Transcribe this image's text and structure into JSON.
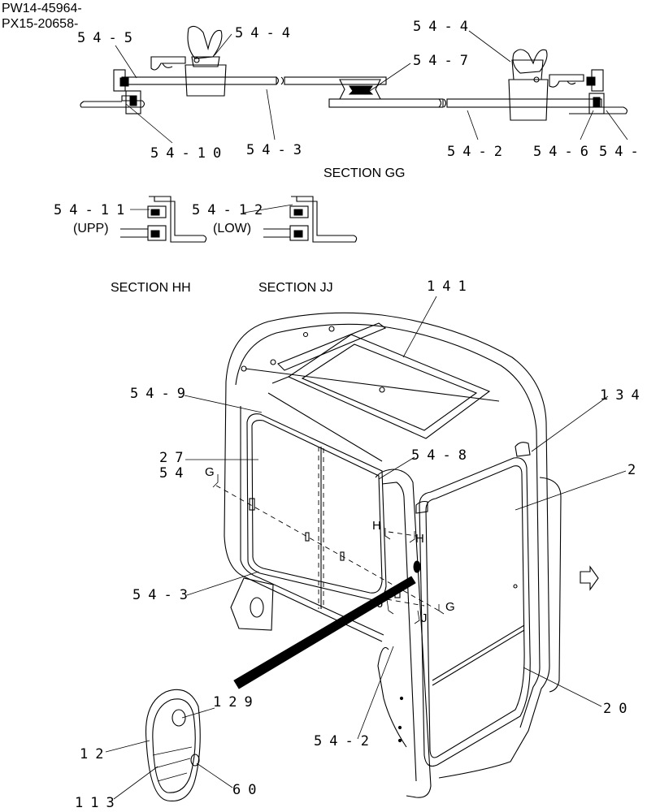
{
  "header": {
    "serial_line_1": "PW14-45964-",
    "serial_line_2": "PX15-20658-"
  },
  "section_titles": {
    "gg": "SECTION GG",
    "hh": "SECTION HH",
    "jj": "SECTION JJ"
  },
  "variant_labels": {
    "upper": "(UPP)",
    "lower": "(LOW)"
  },
  "callouts": {
    "c54_5": "54-5",
    "c54_4_left": "54-4",
    "c54_4_right": "54-4",
    "c54_7": "54-7",
    "c54_10": "54-10",
    "c54_3_top": "54-3",
    "c54_2_top": "54-2",
    "c54_6": "54-6",
    "c54_cut": "54-",
    "c54_11": "54-11",
    "c54_12": "54-12",
    "c141": "141",
    "c54_9": "54-9",
    "c134": "134",
    "c27": "27",
    "c54": "54",
    "c54_8": "54-8",
    "c2": "2",
    "c54_3_cab": "54-3",
    "c20": "20",
    "c129": "129",
    "c12": "12",
    "c54_2_cab": "54-2",
    "c113": "113",
    "c60": "60"
  },
  "section_marks": {
    "g_left": "G",
    "g_right": "G",
    "h_left": "H",
    "h_right": "H",
    "j_left": "J",
    "j_right": "J"
  }
}
